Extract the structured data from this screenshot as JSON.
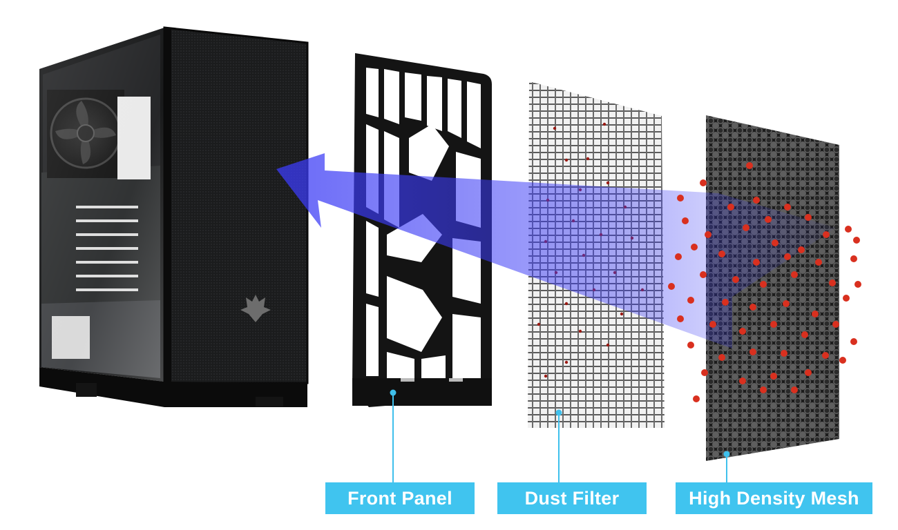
{
  "labels": {
    "front_panel": "Front Panel",
    "dust_filter": "Dust Filter",
    "high_density_mesh": "High Density Mesh"
  },
  "colors": {
    "label_bg": "#40c4ef",
    "leader_line": "#3fc0ec",
    "airflow_arrow": "#3b3bf5",
    "dust_particle": "#d9301f",
    "case_body": "#151617",
    "frame": "#1a1a1a"
  },
  "icons": {
    "case": "pc-case-illustration",
    "frame": "front-panel-frame",
    "filter": "dust-filter-sheet",
    "mesh": "mesh-panel-sheet",
    "arrow": "airflow-arrow",
    "logo": "bat-logo-icon"
  }
}
